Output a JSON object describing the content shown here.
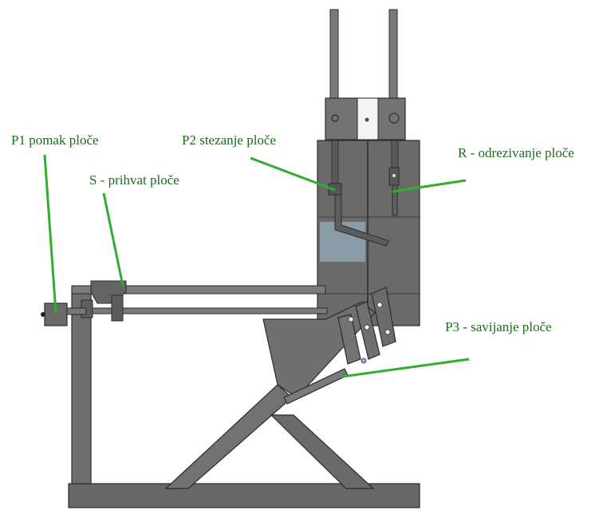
{
  "labels": {
    "p1": "P1 pomak ploče",
    "p2": "P2 stezanje ploče",
    "s": "S - prihvat ploče",
    "r": "R - odrezivanje ploče",
    "p3": "P3 - savijanje ploče"
  },
  "colors": {
    "leader": "#2fae2f",
    "label_text": "#1d6b1d",
    "steel": "#6e6e6e",
    "steel_dark": "#4f4f4f",
    "steel_light": "#8a8a8a",
    "outline": "#2b2b2b",
    "glass": "#9fb3c0"
  }
}
